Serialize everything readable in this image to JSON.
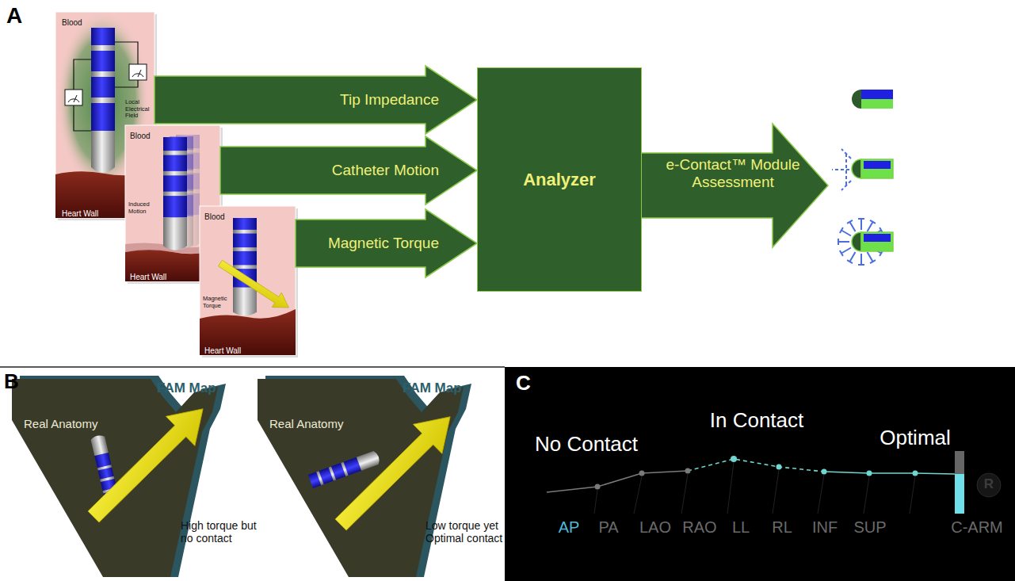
{
  "diagram": {
    "nodes": [
      {
        "text": [
          "Blood",
          "Local Electrical Field",
          "Heart Wall"
        ]
      },
      {
        "text": [
          "Blood",
          "Induced Motion",
          "Heart Wall"
        ]
      },
      {
        "text": [
          "Blood",
          "Magnetic Torque",
          "Heart Wall"
        ]
      },
      {
        "text": [
          "Analyzer"
        ]
      },
      {
        "text": [
          "Real Anatomy"
        ]
      },
      {
        "text": [
          "Real Anatomy"
        ]
      }
    ],
    "edges": [
      {
        "from": 0,
        "to": 3,
        "label": "Tip Impedance",
        "arrow": "to"
      },
      {
        "from": 1,
        "to": 3,
        "label": "Catheter Motion",
        "arrow": "to"
      },
      {
        "from": 2,
        "to": 3,
        "label": "Magnetic Torque",
        "arrow": "to"
      }
    ],
    "labels": [
      "A",
      "e-Contact™ Module Assessment",
      "B",
      "FAM Map",
      "High torque but no contact",
      "FAM Map",
      "Low torque yet Optimal contact",
      "C",
      "No Contact",
      "In Contact",
      "Optimal",
      "AP",
      "PA",
      "LAO",
      "RAO",
      "LL",
      "RL",
      "INF",
      "SUP",
      "C-ARM",
      "R"
    ]
  }
}
